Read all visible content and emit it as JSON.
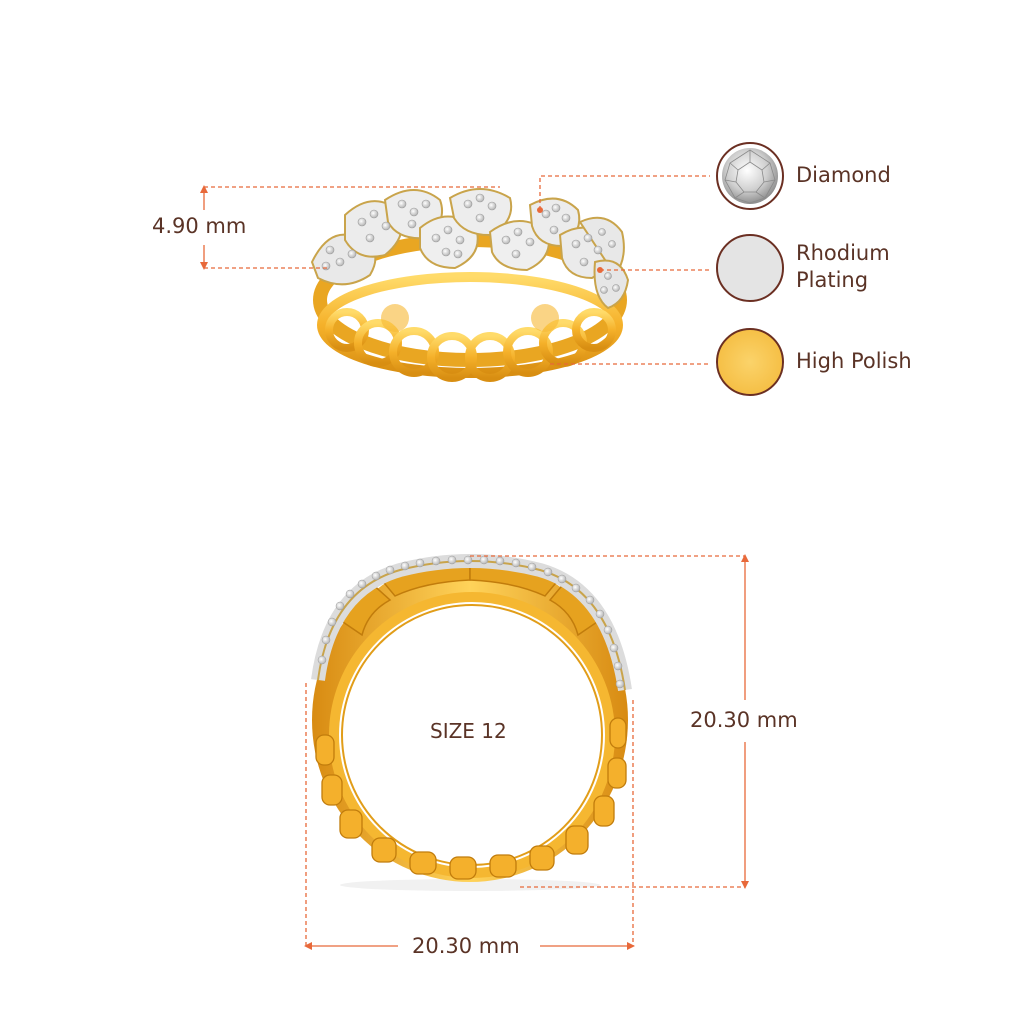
{
  "legend": {
    "items": [
      {
        "label": "Diamond",
        "icon": "diamond-swatch-icon",
        "color": "#e6e6e6"
      },
      {
        "label": "Rhodium Plating",
        "icon": "rhodium-swatch-icon",
        "color": "#e4e4e4"
      },
      {
        "label": "High Polish",
        "icon": "gold-swatch-icon",
        "color": "#f7c24a"
      }
    ]
  },
  "dimensions": {
    "height_label": "4.90 mm",
    "ring_size": "SIZE 12",
    "outer_height": "20.30 mm",
    "outer_width": "20.30 mm"
  },
  "colors": {
    "dimension_line": "#e8693a",
    "text": "#5a3326",
    "swatch_border": "#6b2f22",
    "gold": "#f5b731",
    "gold_dark": "#c98410"
  }
}
